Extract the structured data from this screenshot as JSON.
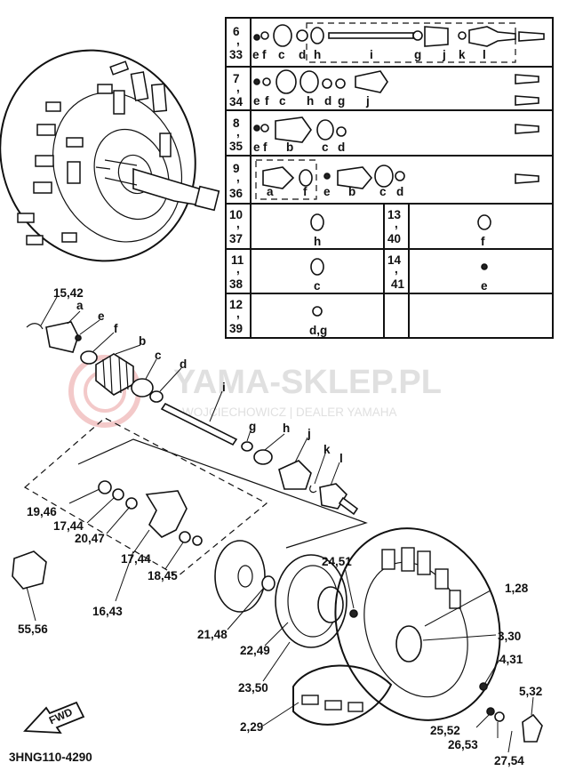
{
  "watermark": {
    "title": "YAMA-SKLEP.PL",
    "subtitle": "WOJCIECHOWICZ | DEALER YAMAHA"
  },
  "drawing_code": "3HNG110-4290",
  "fwd_label": "FWD",
  "table": {
    "rows": [
      {
        "top": "6",
        "sep": ",",
        "bottom": "33",
        "letters": [
          "e",
          "f",
          "c",
          "d",
          "h",
          "i",
          "g",
          "j",
          "k",
          "l"
        ]
      },
      {
        "top": "7",
        "sep": ",",
        "bottom": "34",
        "letters": [
          "e",
          "f",
          "c",
          "h",
          "d",
          "g",
          "j"
        ]
      },
      {
        "top": "8",
        "sep": ",",
        "bottom": "35",
        "letters": [
          "e",
          "f",
          "b",
          "c",
          "d"
        ]
      },
      {
        "top": "9",
        "sep": ",",
        "bottom": "36",
        "letters": [
          "a",
          "f",
          "e",
          "b",
          "c",
          "d"
        ]
      }
    ],
    "cells": [
      {
        "top": "10",
        "sep": ",",
        "bottom": "37",
        "letter": "h"
      },
      {
        "top": "13",
        "sep": ",",
        "bottom": "40",
        "letter": "f"
      },
      {
        "top": "11",
        "sep": ",",
        "bottom": "38",
        "letter": "c"
      },
      {
        "top": "14",
        "sep": ",",
        "bottom": "41",
        "letter": "e"
      },
      {
        "top": "12",
        "sep": ",",
        "bottom": "39",
        "letter": "d,g"
      }
    ]
  },
  "callouts": [
    {
      "id": "15-42",
      "text": "15,42"
    },
    {
      "id": "a",
      "text": "a"
    },
    {
      "id": "e",
      "text": "e"
    },
    {
      "id": "f",
      "text": "f"
    },
    {
      "id": "b",
      "text": "b"
    },
    {
      "id": "c",
      "text": "c"
    },
    {
      "id": "d",
      "text": "d"
    },
    {
      "id": "i",
      "text": "i"
    },
    {
      "id": "g",
      "text": "g"
    },
    {
      "id": "h",
      "text": "h"
    },
    {
      "id": "j",
      "text": "j"
    },
    {
      "id": "k",
      "text": "k"
    },
    {
      "id": "l",
      "text": "l"
    },
    {
      "id": "19-46",
      "text": "19,46"
    },
    {
      "id": "17-44a",
      "text": "17,44"
    },
    {
      "id": "20-47",
      "text": "20,47"
    },
    {
      "id": "17-44b",
      "text": "17,44"
    },
    {
      "id": "18-45",
      "text": "18,45"
    },
    {
      "id": "16-43",
      "text": "16,43"
    },
    {
      "id": "55-56",
      "text": "55,56"
    },
    {
      "id": "24-51",
      "text": "24,51"
    },
    {
      "id": "1-28",
      "text": "1,28"
    },
    {
      "id": "3-30",
      "text": "3,30"
    },
    {
      "id": "4-31",
      "text": "4,31"
    },
    {
      "id": "21-48",
      "text": "21,48"
    },
    {
      "id": "22-49",
      "text": "22,49"
    },
    {
      "id": "23-50",
      "text": "23,50"
    },
    {
      "id": "2-29",
      "text": "2,29"
    },
    {
      "id": "25-52",
      "text": "25,52"
    },
    {
      "id": "26-53",
      "text": "26,53"
    },
    {
      "id": "5-32",
      "text": "5,32"
    },
    {
      "id": "27-54",
      "text": "27,54"
    }
  ]
}
